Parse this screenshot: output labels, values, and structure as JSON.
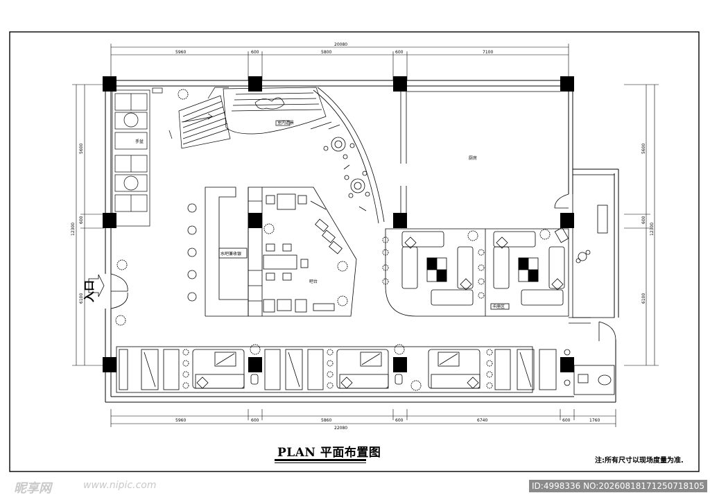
{
  "drawing": {
    "title": "PLAN 平面布置图",
    "note": "注:所有尺寸以现场度量为准.",
    "entrance_label": "入口",
    "dims_top": {
      "total": "20080",
      "segments": [
        "5960",
        "600",
        "5800",
        "600",
        "7100"
      ]
    },
    "dims_bottom": {
      "total": "22080",
      "segments": [
        "5960",
        "600",
        "5860",
        "600",
        "6740",
        "600",
        "1760"
      ]
    },
    "dims_left": {
      "total": "12300",
      "segments": [
        "5600",
        "600",
        "6100"
      ]
    },
    "dims_right": {
      "total": "12300",
      "segments": [
        "5600",
        "600",
        "6100"
      ]
    },
    "rooms": {
      "stair_area": "室内造景",
      "kitchen": "厨房",
      "bar": "水吧兼收银",
      "counter": "吧台",
      "lounge": "卡座区",
      "wash": "手盆"
    }
  },
  "watermark": {
    "logo": "昵享网",
    "url": "www.nipic.com",
    "id": "ID:4998336 NO:20260818171250718105"
  }
}
